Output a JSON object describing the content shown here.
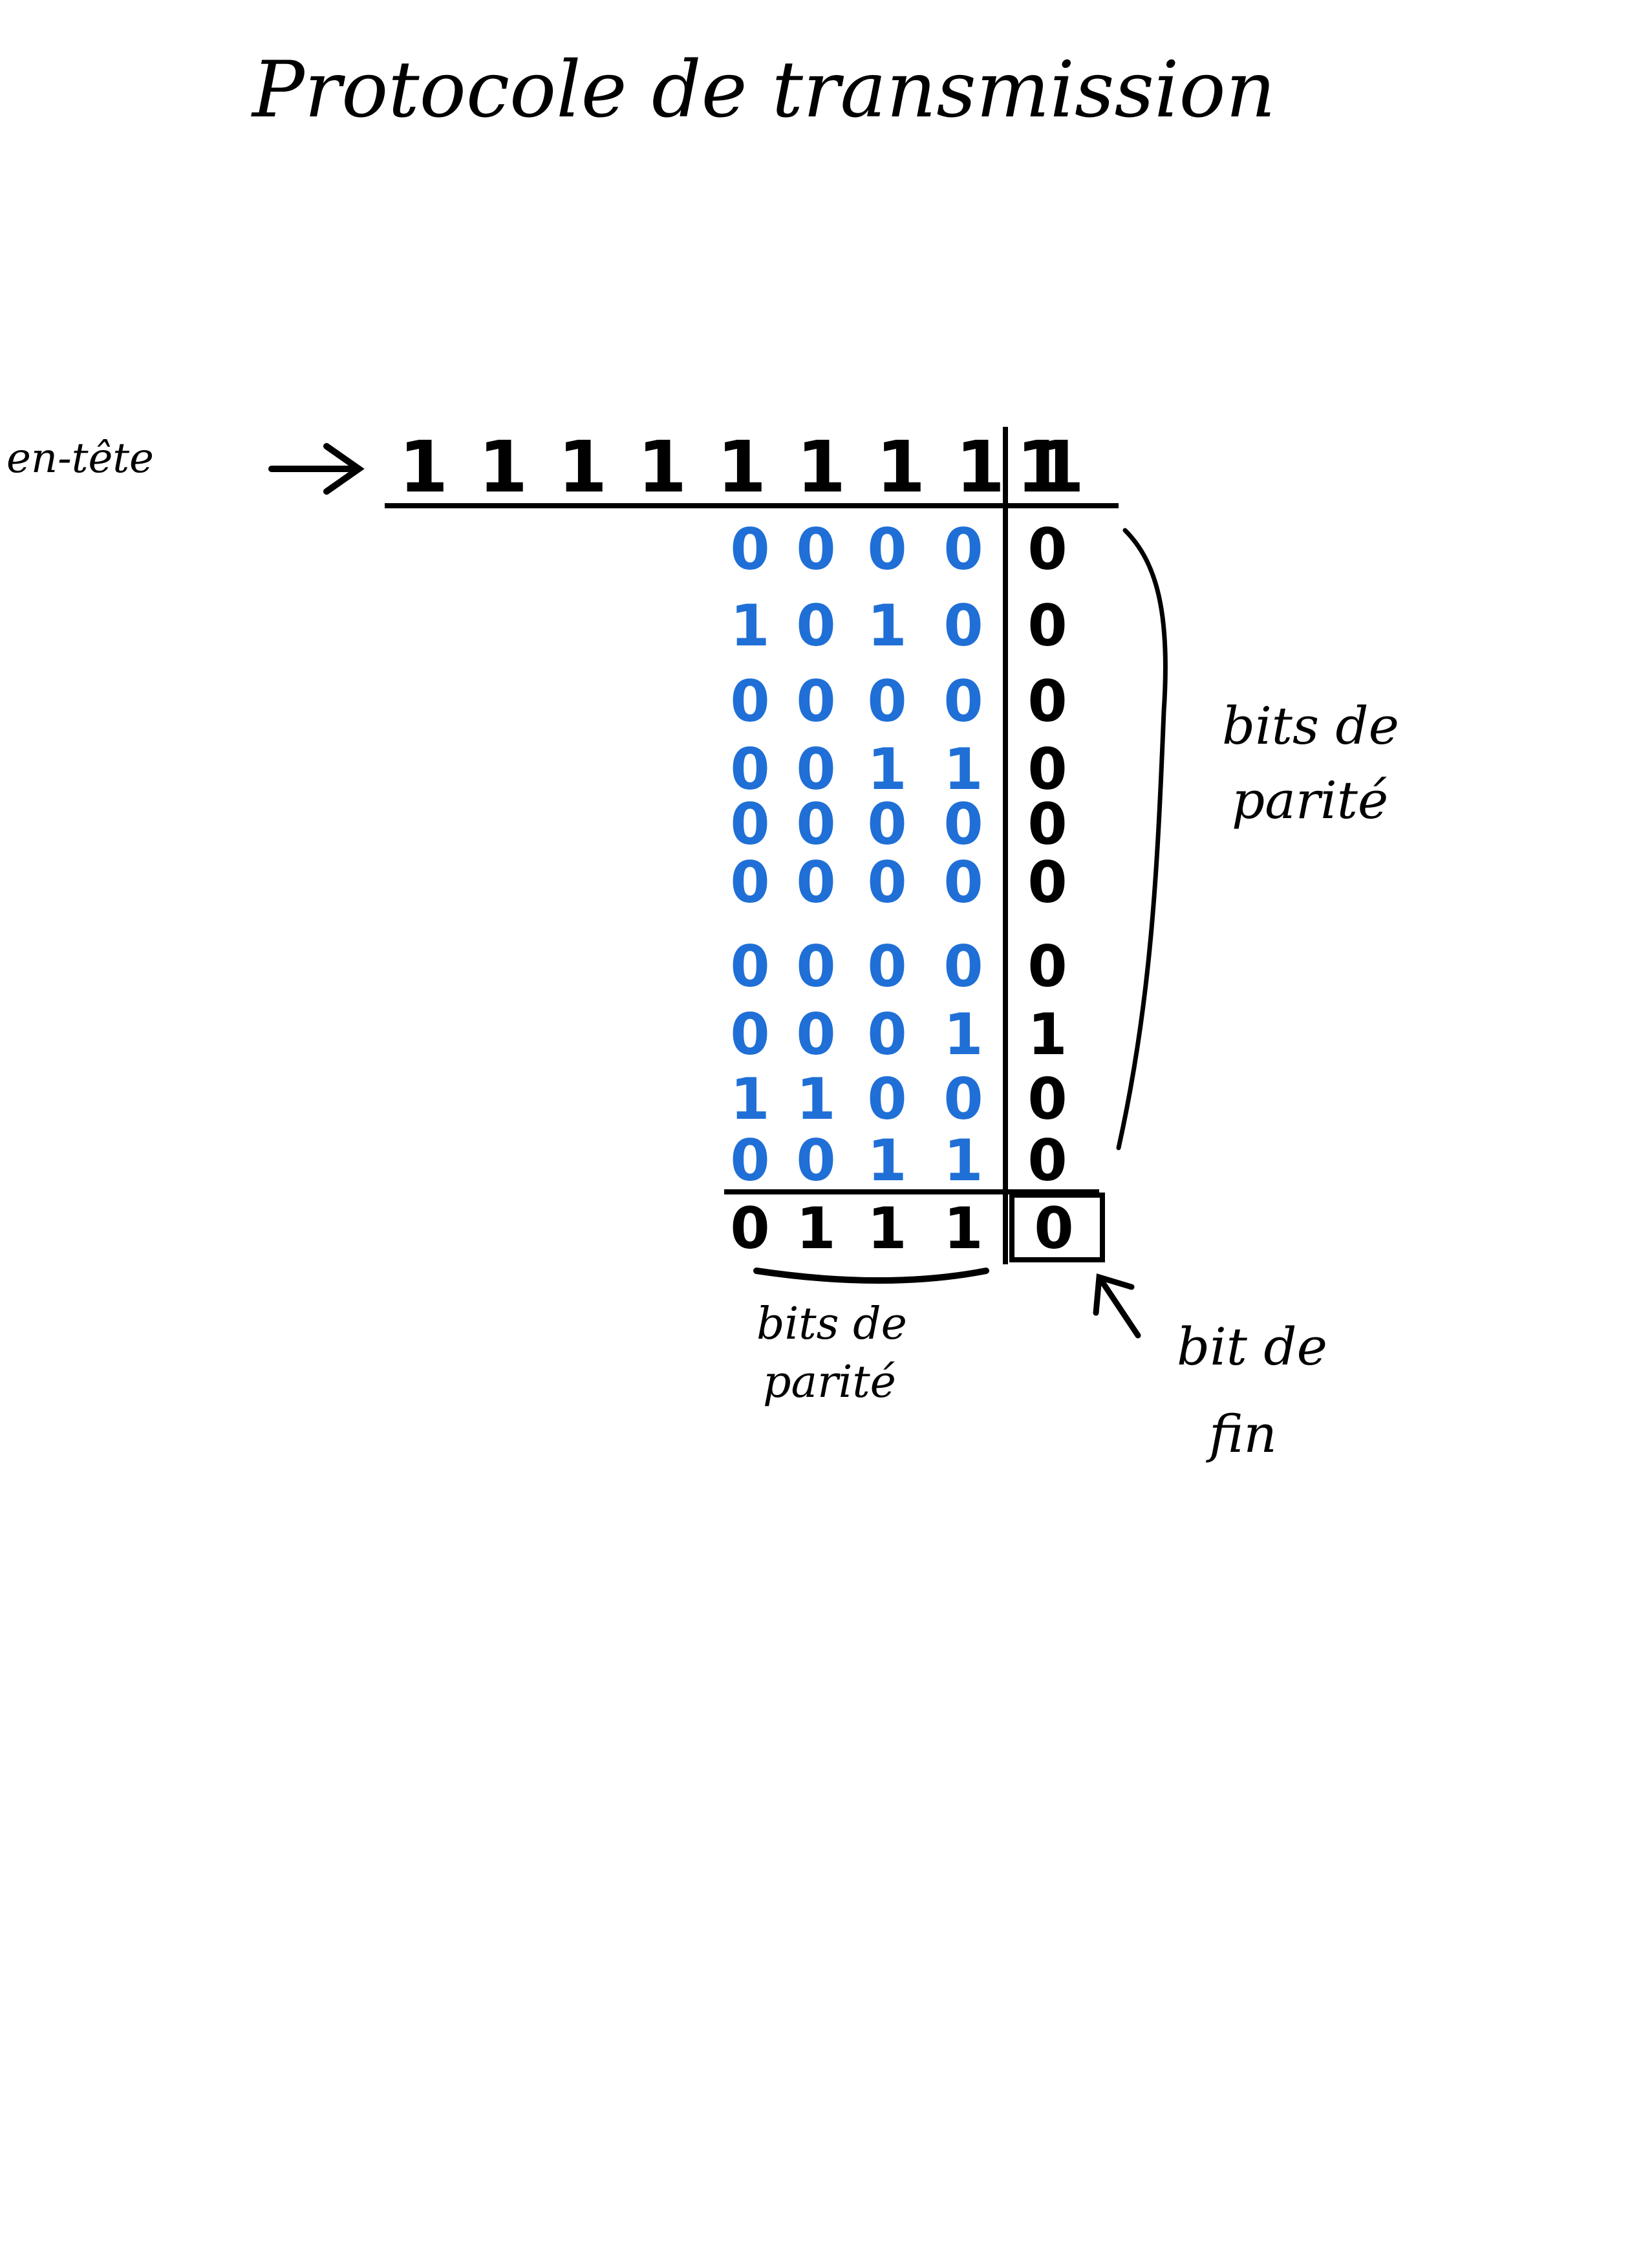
{
  "title": "Protocole de transmission",
  "labels": {
    "header": "en-tête",
    "parity_right": [
      "bits de",
      "parité"
    ],
    "parity_bottom": [
      "bits de",
      "parité"
    ],
    "end_bit": [
      "bit de",
      "fin"
    ]
  },
  "header_bits": [
    "1",
    "1",
    "1",
    "1",
    "1",
    "1",
    "1",
    "1",
    "1"
  ],
  "header_extra_bit": "1",
  "data_rows": [
    {
      "bits": [
        "0",
        "0",
        "0",
        "0"
      ],
      "parity": "0"
    },
    {
      "bits": [
        "1",
        "0",
        "1",
        "0"
      ],
      "parity": "0"
    },
    {
      "bits": [
        "0",
        "0",
        "0",
        "0"
      ],
      "parity": "0"
    },
    {
      "bits": [
        "0",
        "0",
        "1",
        "1"
      ],
      "parity": "0"
    },
    {
      "bits": [
        "0",
        "0",
        "0",
        "0"
      ],
      "parity": "0"
    },
    {
      "bits": [
        "0",
        "0",
        "0",
        "0"
      ],
      "parity": "0"
    },
    {
      "bits": [
        "0",
        "0",
        "0",
        "0"
      ],
      "parity": "0"
    },
    {
      "bits": [
        "0",
        "0",
        "0",
        "1"
      ],
      "parity": "1"
    },
    {
      "bits": [
        "1",
        "1",
        "0",
        "0"
      ],
      "parity": "0"
    },
    {
      "bits": [
        "0",
        "0",
        "1",
        "1"
      ],
      "parity": "0"
    }
  ],
  "parity_row": {
    "bits": [
      "0",
      "1",
      "1",
      "1"
    ],
    "end_bit": "0"
  },
  "colors": {
    "ink": "#000000",
    "data": "#1f6fd6"
  }
}
